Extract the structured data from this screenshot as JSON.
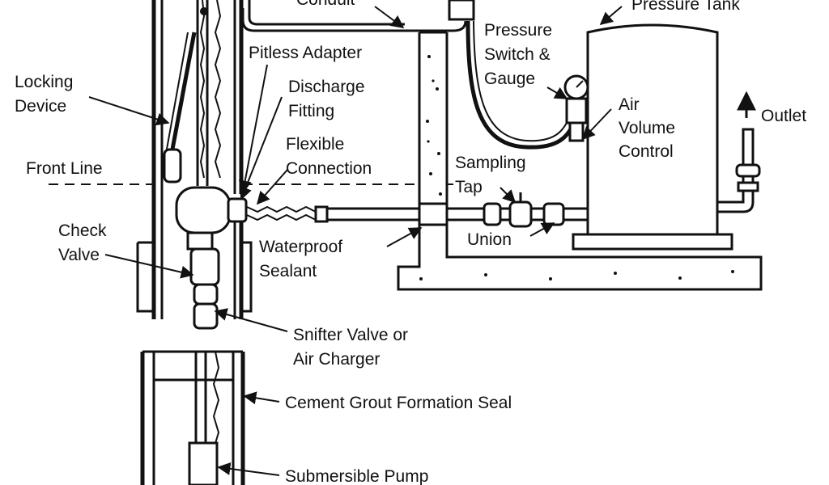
{
  "labels": {
    "conduit": "Conduit",
    "pressure_tank": "Pressure Tank",
    "pitless_adapter": "Pitless Adapter",
    "pressure_switch": [
      "Pressure",
      "Switch &",
      "Gauge"
    ],
    "locking_device": [
      "Locking",
      "Device"
    ],
    "discharge_fitting": [
      "Discharge",
      "Fitting"
    ],
    "air_volume_control": [
      "Air",
      "Volume",
      "Control"
    ],
    "outlet": "Outlet",
    "flexible_connection": [
      "Flexible",
      "Connection"
    ],
    "front_line": "Front Line",
    "sampling_tap": [
      "Sampling",
      "Tap"
    ],
    "check_valve": [
      "Check",
      "Valve"
    ],
    "union": "Union",
    "waterproof_sealant": [
      "Waterproof",
      "Sealant"
    ],
    "snifter_valve": [
      "Snifter Valve or",
      "Air Charger"
    ],
    "cement_grout": "Cement Grout Formation Seal",
    "submersible_pump": "Submersible Pump"
  }
}
